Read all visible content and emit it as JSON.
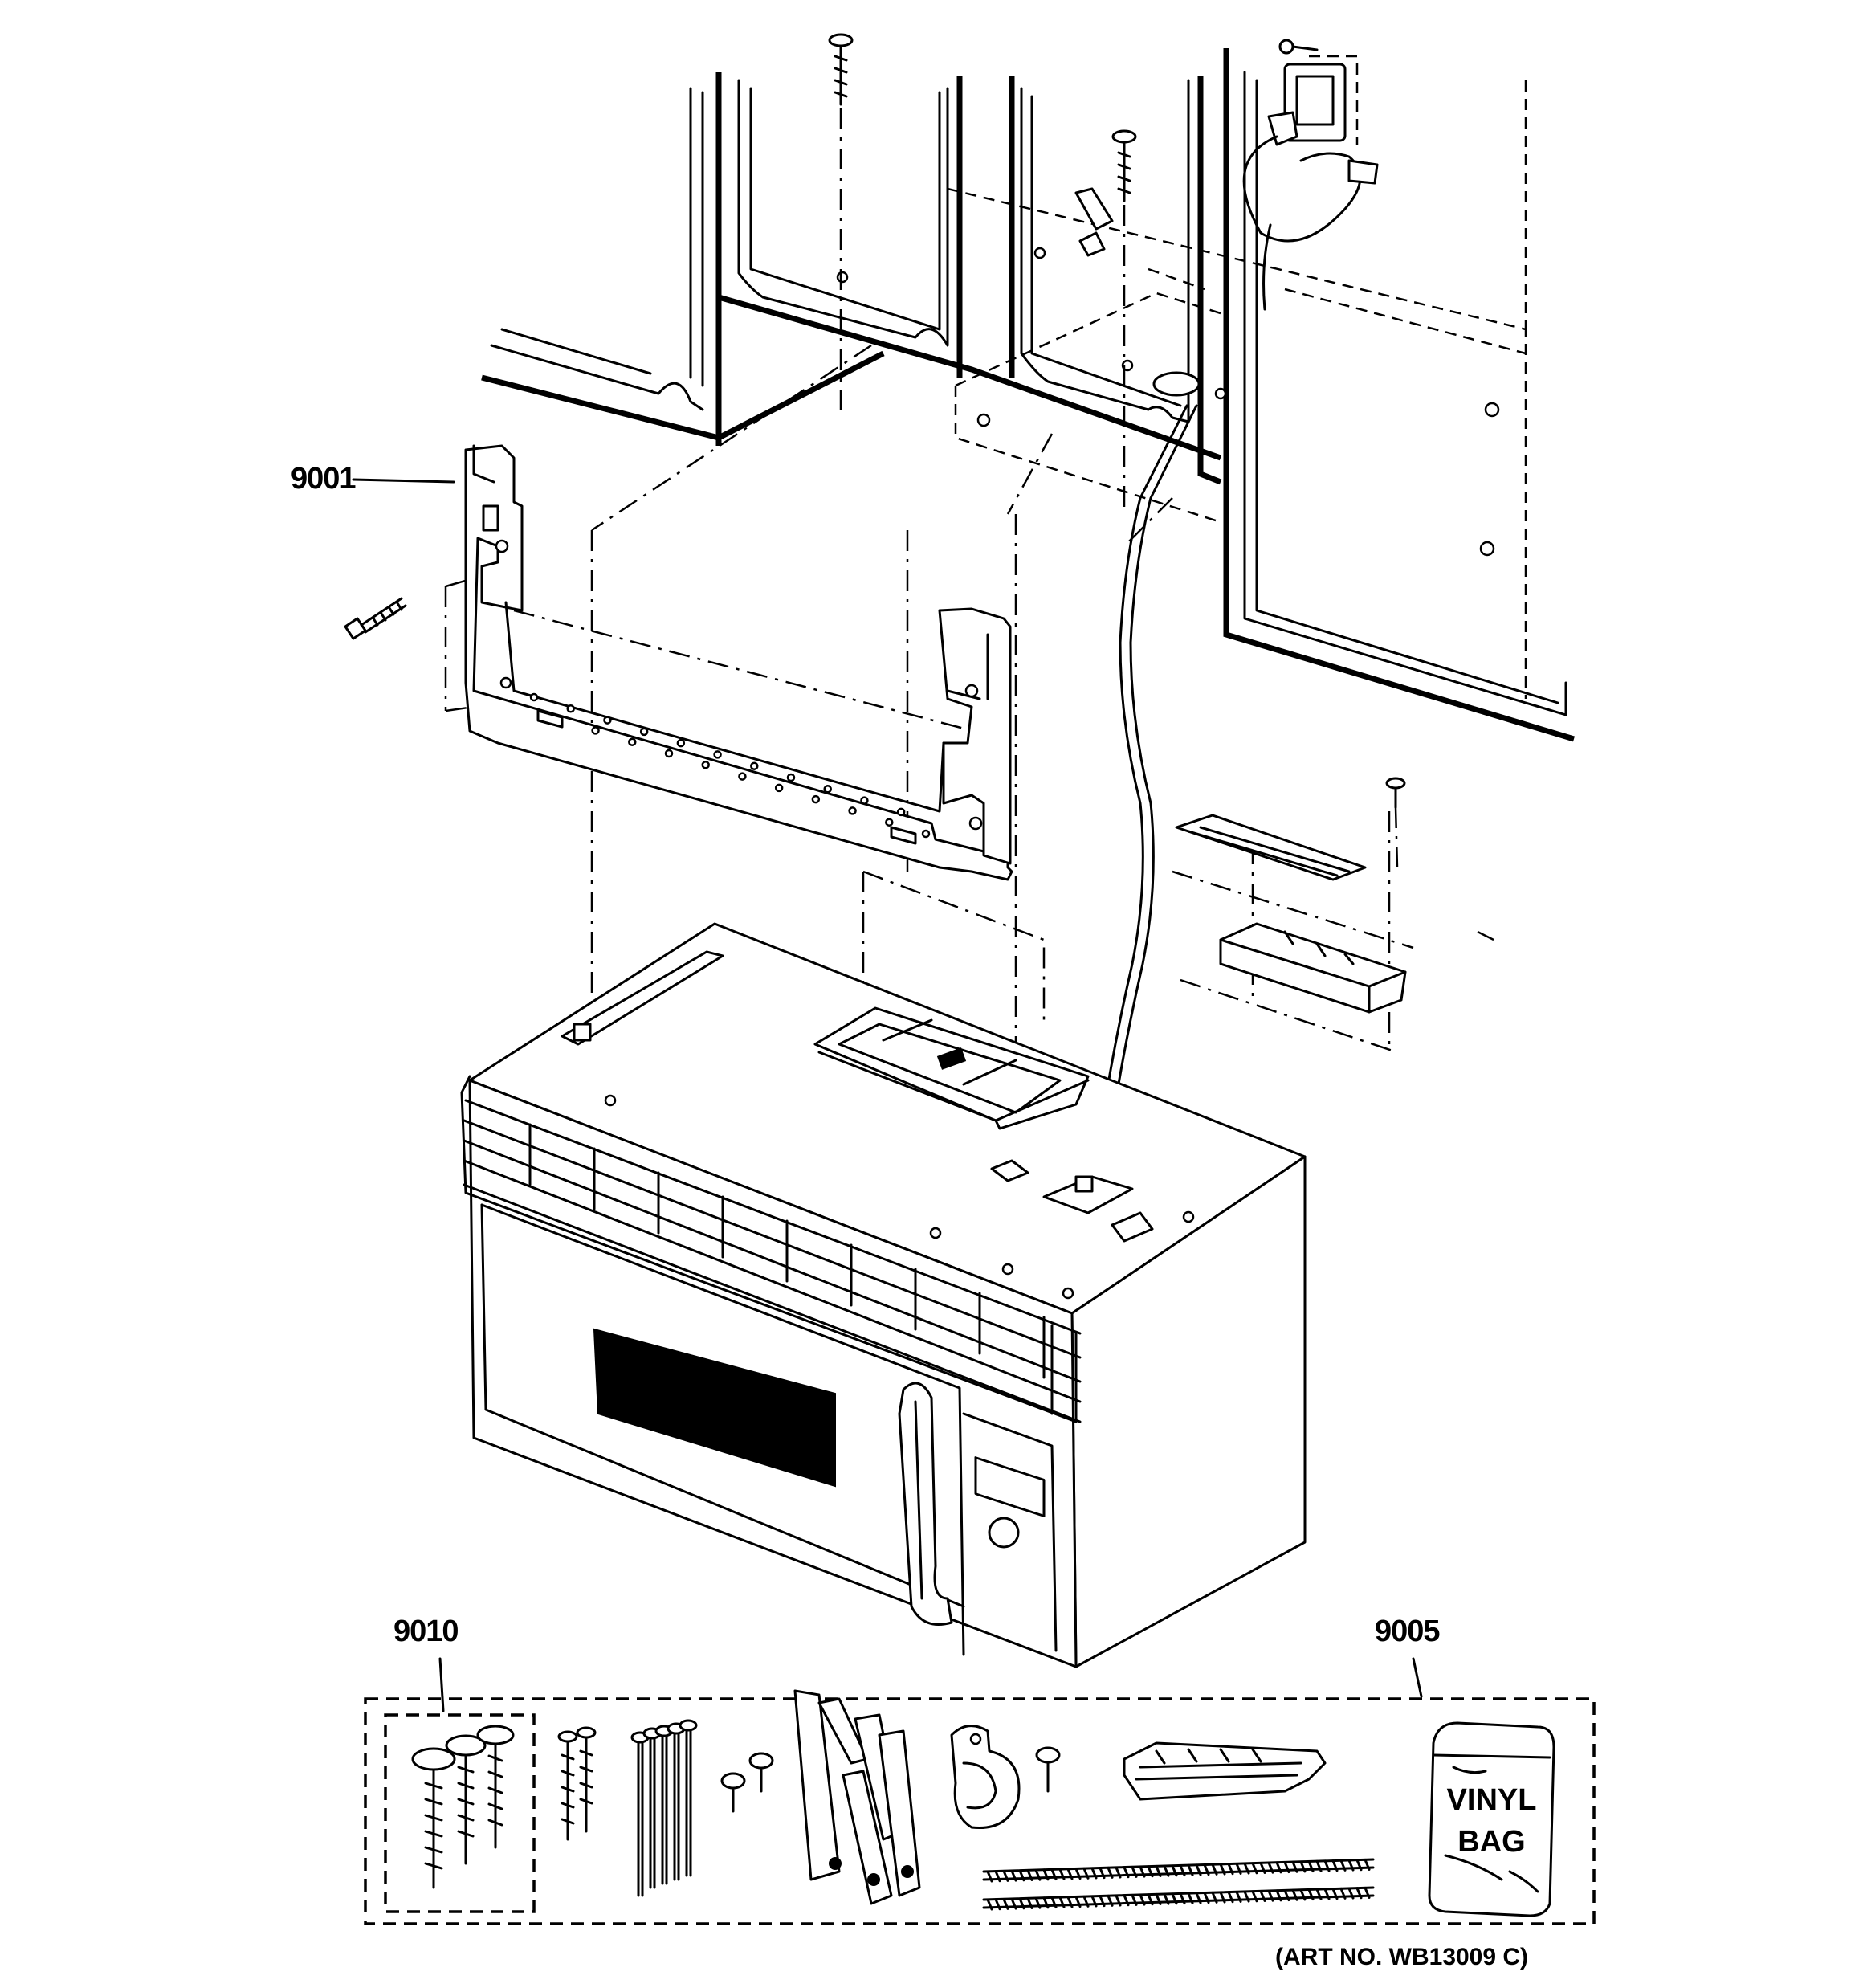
{
  "diagram": {
    "callouts": {
      "bracket": "9001",
      "screw_set": "9010",
      "parts_kit": "9005"
    },
    "bag_label": [
      "VINYL",
      "BAG"
    ],
    "art_number": "(ART NO. WB13009 C)"
  }
}
